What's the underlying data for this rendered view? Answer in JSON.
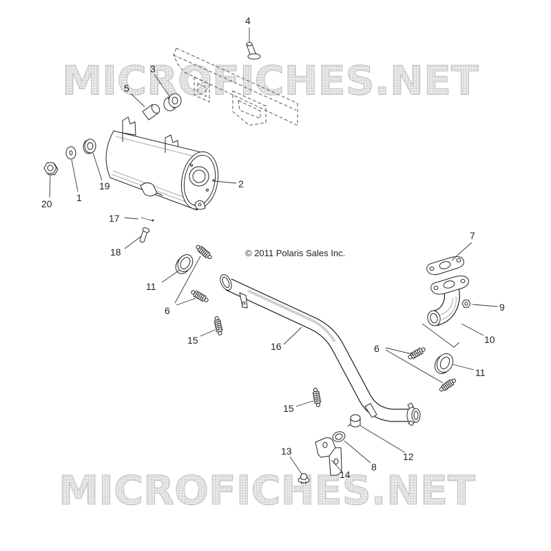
{
  "diagram": {
    "copyright": "© 2011 Polaris Sales Inc.",
    "watermark_top": "MICROFICHES.NET",
    "watermark_bottom": "MICROFICHES.NET",
    "callouts": [
      "4",
      "3",
      "5",
      "2",
      "20",
      "1",
      "19",
      "17",
      "18",
      "7",
      "11",
      "6",
      "9",
      "10",
      "15",
      "16",
      "6",
      "11",
      "15",
      "12",
      "13",
      "8",
      "14"
    ]
  },
  "colors": {
    "line": "#222222",
    "watermark": "#c2c2c2",
    "background": "#ffffff"
  }
}
